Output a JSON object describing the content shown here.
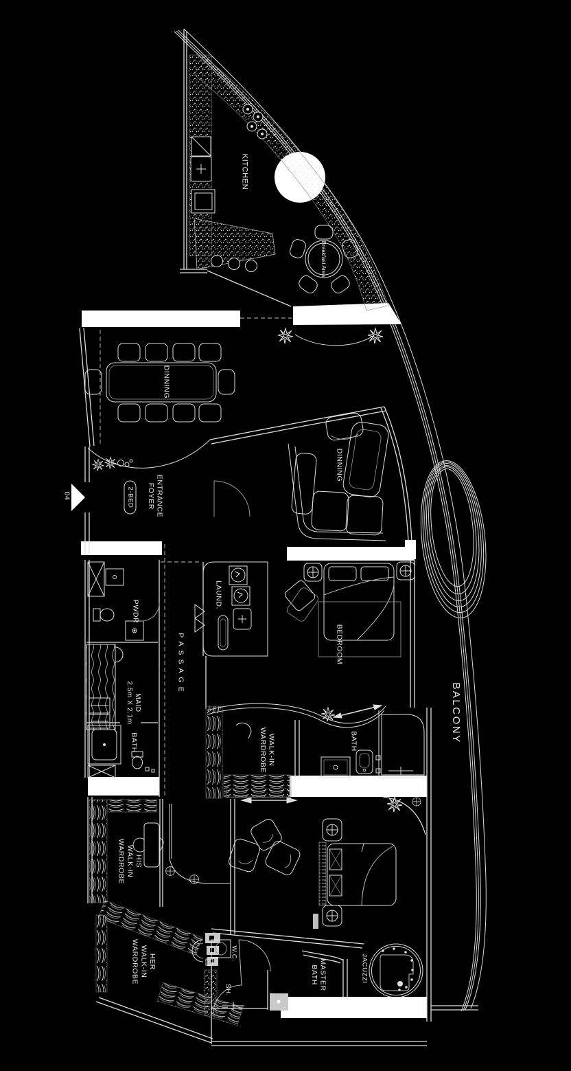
{
  "meta": {
    "drawing": "apartment unit floor plan",
    "render_style": "white CAD linework on black"
  },
  "colors": {
    "bg": "#000000",
    "line": "#dedede",
    "dim": "#bfbfbf",
    "text": "#e8e8e8",
    "white": "#ffffff"
  },
  "unit": {
    "number": "04",
    "type_badge": "2-BED"
  },
  "labels": {
    "kitchen": {
      "text": "KITCHEN"
    },
    "breakfast": {
      "text": "Breakfast Area"
    },
    "dining_table": {
      "text": "DINNING"
    },
    "living": {
      "text": "DINNING"
    },
    "entrance_foyer": {
      "text": "ENTRANCE\nFOYER"
    },
    "unit_badge": {
      "text": "2-BED"
    },
    "unit_number": {
      "text": "04"
    },
    "powder": {
      "text": "PWDR"
    },
    "laundry": {
      "text": "LAUND."
    },
    "passage": {
      "text": "PASSAGE"
    },
    "bedroom": {
      "text": "BEDROOM"
    },
    "maid": {
      "text": "MAID\n2.5m X 2.1m"
    },
    "maid_bath": {
      "text": "BATH"
    },
    "walkin_wardrobe": {
      "text": "WALK-IN\nWARDROBE"
    },
    "guest_bath": {
      "text": "BATH"
    },
    "balcony": {
      "text": "BALCONY"
    },
    "his_wardrobe": {
      "text": "HIS\nWALK-IN\nWARDROBE"
    },
    "her_wardrobe": {
      "text": "HER\nWALK-IN\nWARDROBE"
    },
    "wc": {
      "text": "W.C."
    },
    "shower": {
      "text": "SH."
    },
    "master_bath": {
      "text": "MASTER\nBATH"
    },
    "jacuzzi": {
      "text": "JACUZZI"
    }
  }
}
